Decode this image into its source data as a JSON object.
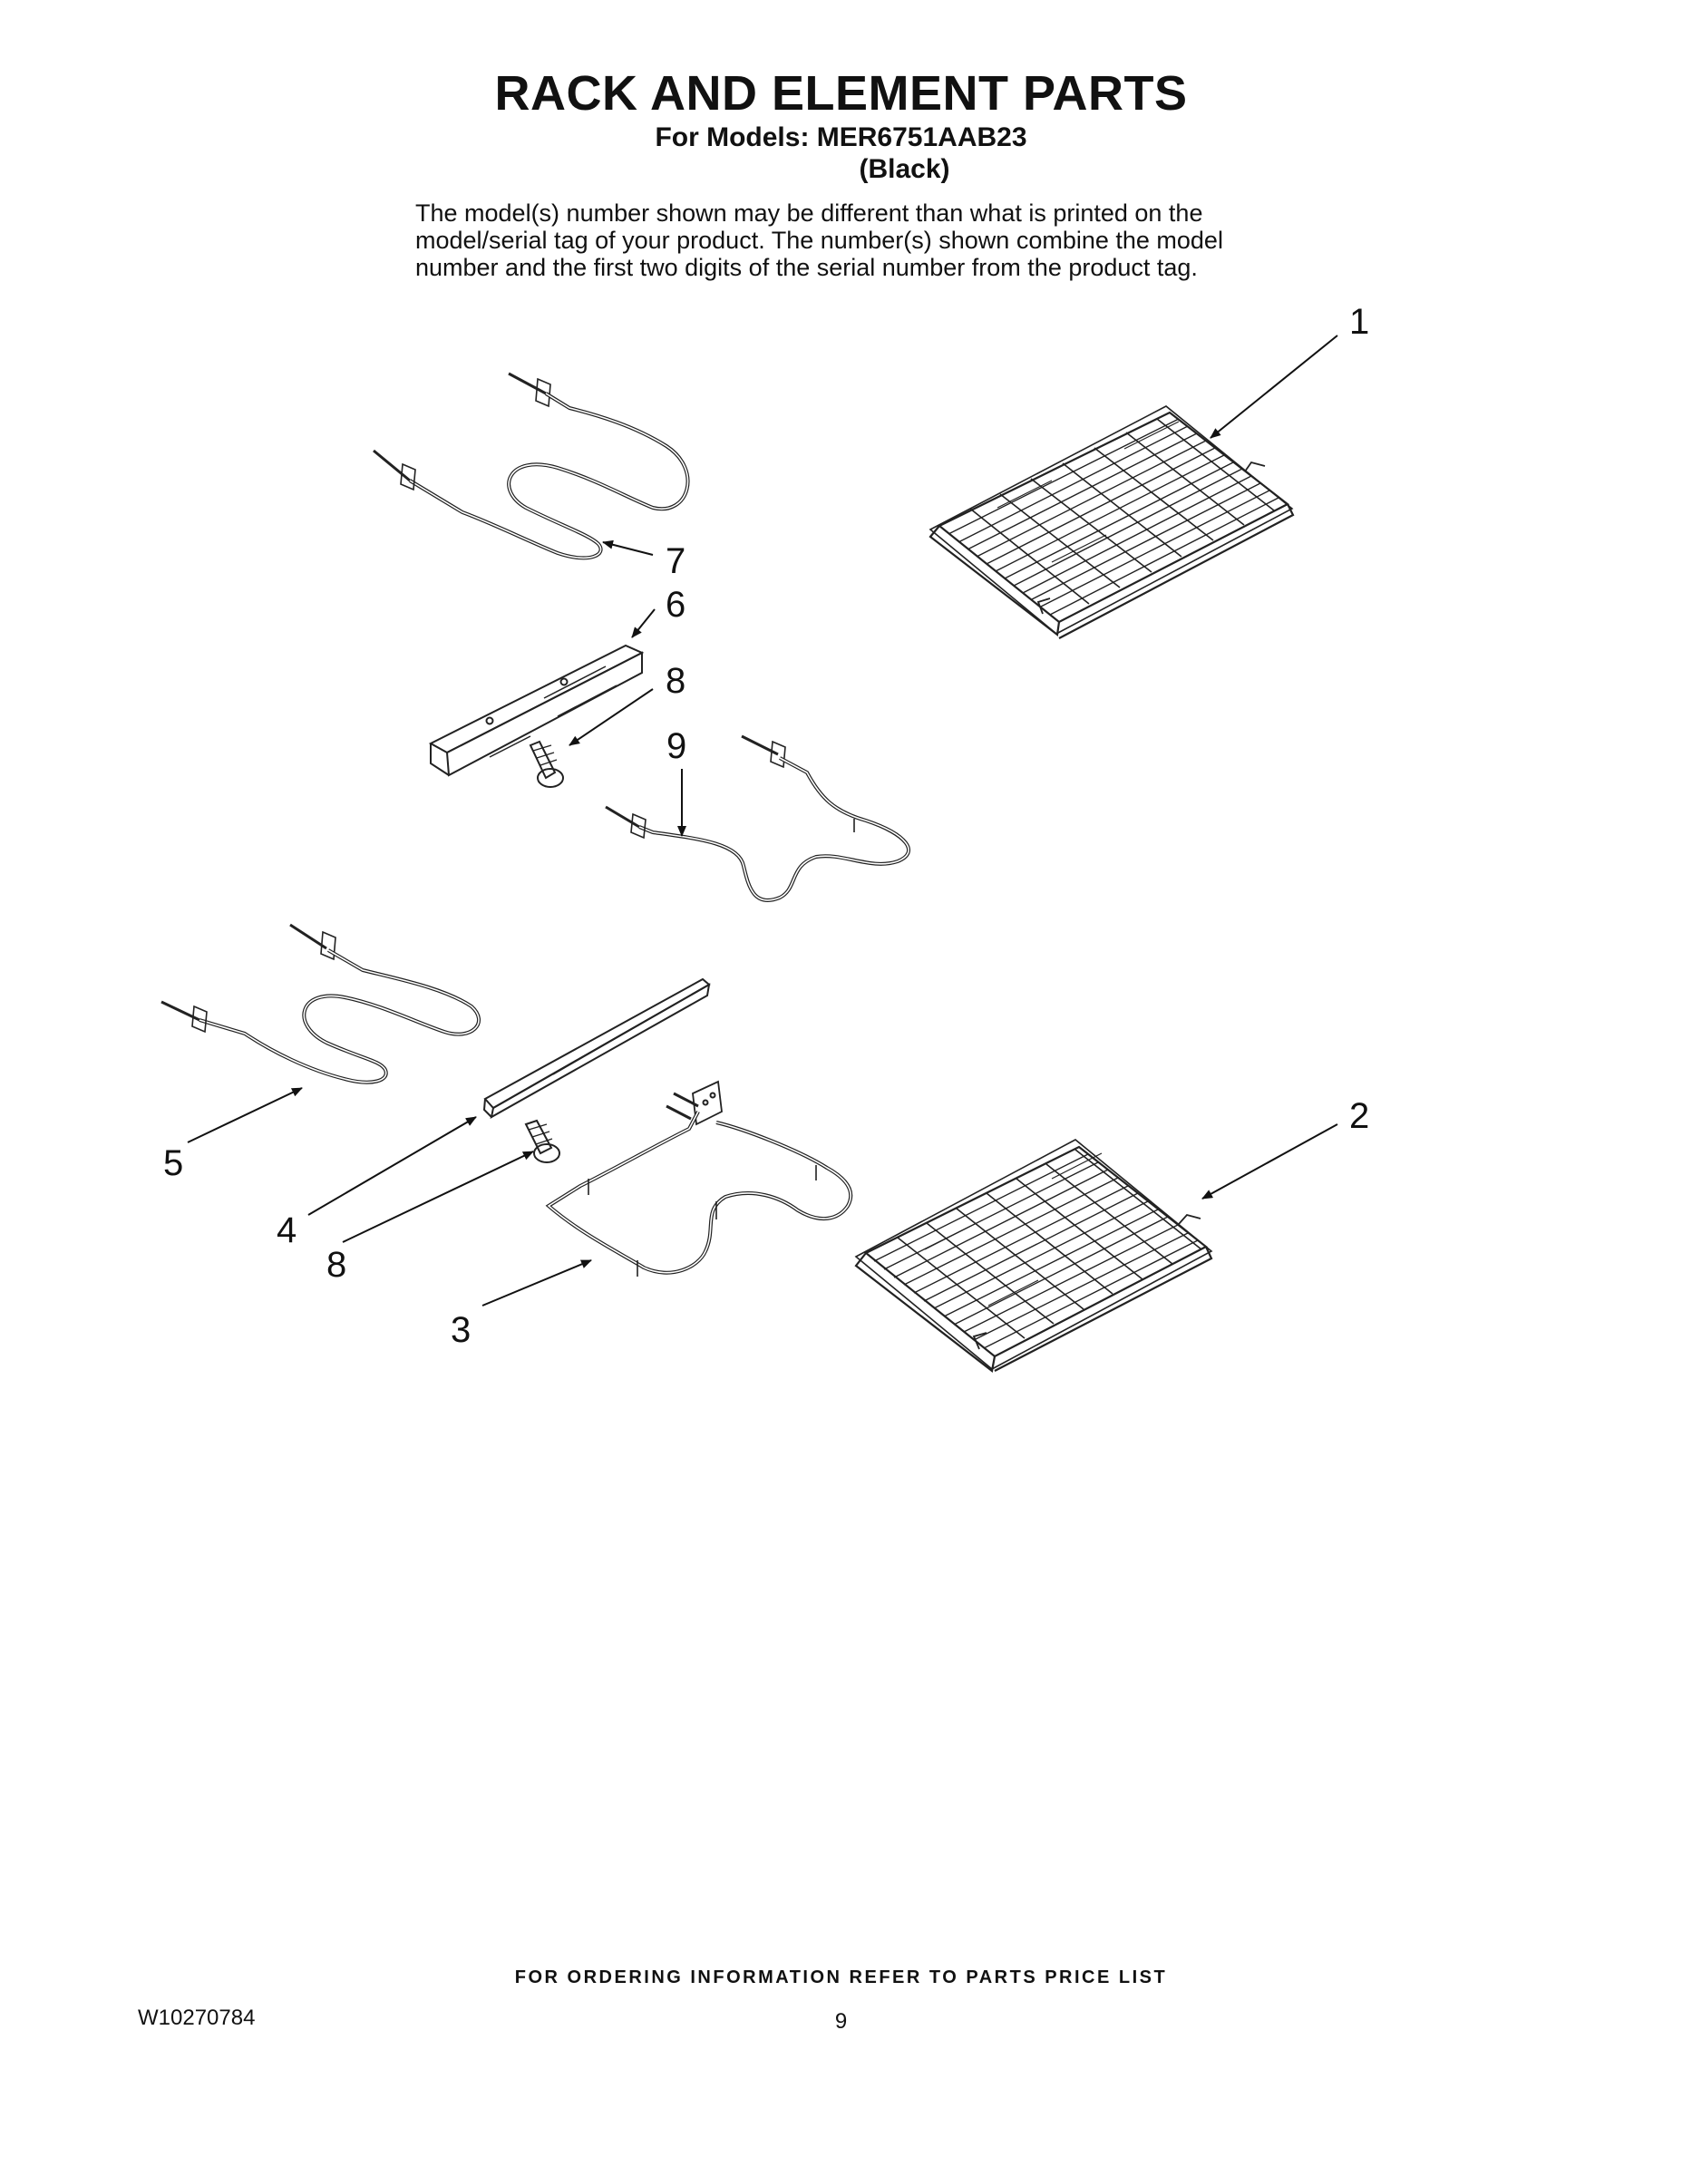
{
  "header": {
    "title": "RACK AND ELEMENT PARTS",
    "models_line": "For Models: MER6751AAB23",
    "color_line": "(Black)"
  },
  "notice": {
    "line1": "The model(s) number shown may be different than what is printed on the",
    "line2": "model/serial tag of your product. The number(s) shown combine the model",
    "line3": "number and the first two digits of the serial number from the product tag."
  },
  "callouts": {
    "rack_top": "1",
    "rack_bottom": "2",
    "bake_element": "3",
    "bake_shield": "4",
    "broil_element_lower": "5",
    "bracket": "6",
    "broil_element_upper": "7",
    "screw_upper": "8",
    "convection_element": "9",
    "screw_lower": "8"
  },
  "footer": {
    "ordering": "FOR ORDERING INFORMATION REFER TO PARTS PRICE LIST",
    "doc_number": "W10270784",
    "page_number": "9"
  }
}
